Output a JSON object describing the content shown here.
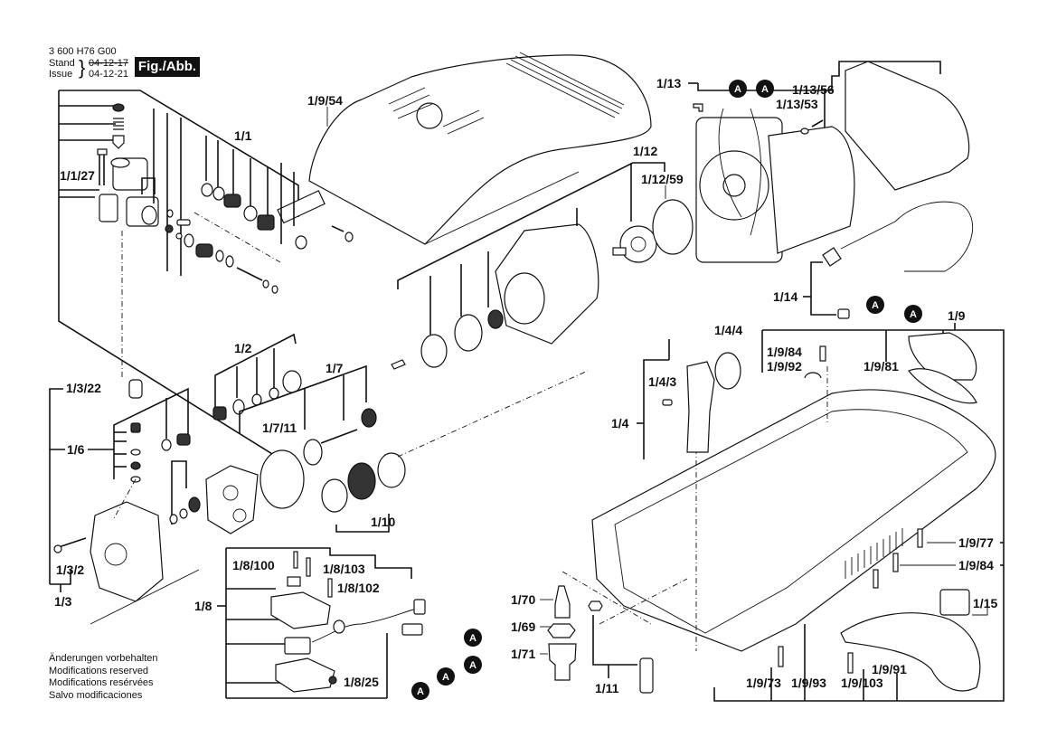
{
  "header": {
    "doc_number": "3 600 H76 G00",
    "stand_label": "Stand",
    "issue_label": "Issue",
    "stand_date_struck": "04-12-17",
    "issue_date": "04-12-21",
    "figure_badge": "Fig./Abb. 1"
  },
  "footer_notes": [
    "Änderungen vorbehalten",
    "Modifications reserved",
    "Modifications resérvées",
    "Salvo modificaciones"
  ],
  "connector_marker": "A",
  "labels": {
    "p1_1": "1/1",
    "p1_1_27": "1/1/27",
    "p1_9_54": "1/9/54",
    "p1_13": "1/13",
    "p1_13_56": "1/13/56",
    "p1_13_53": "1/13/53",
    "p1_12": "1/12",
    "p1_12_59": "1/12/59",
    "p1_14": "1/14",
    "p1_9": "1/9",
    "p1_9_84a": "1/9/84",
    "p1_9_92": "1/9/92",
    "p1_9_81": "1/9/81",
    "p1_4_4": "1/4/4",
    "p1_4_3": "1/4/3",
    "p1_4": "1/4",
    "p1_2": "1/2",
    "p1_7": "1/7",
    "p1_7_11": "1/7/11",
    "p1_3_22": "1/3/22",
    "p1_6": "1/6",
    "p1_10": "1/10",
    "p1_3_2": "1/3/2",
    "p1_3": "1/3",
    "p1_8": "1/8",
    "p1_8_100": "1/8/100",
    "p1_8_103": "1/8/103",
    "p1_8_102": "1/8/102",
    "p1_8_25": "1/8/25",
    "p1_70": "1/70",
    "p1_69": "1/69",
    "p1_71": "1/71",
    "p1_11": "1/11",
    "p1_9_77": "1/9/77",
    "p1_9_84b": "1/9/84",
    "p1_15": "1/15",
    "p1_9_73": "1/9/73",
    "p1_9_93": "1/9/93",
    "p1_9_103": "1/9/103",
    "p1_9_91": "1/9/91"
  }
}
